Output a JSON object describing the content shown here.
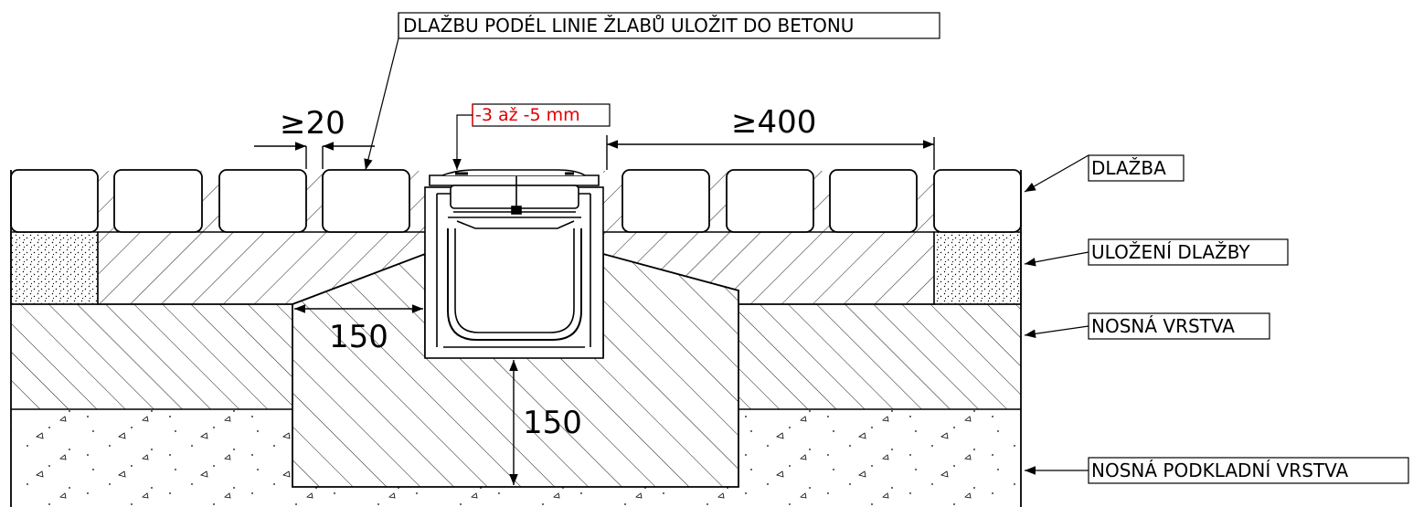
{
  "callouts": {
    "concrete_note": "DLAŽBU PODÉL LINIE ŽLABŮ ULOŽIT DO BETONU",
    "tolerance": "-3 až -5 mm",
    "dlazba": "DLAŽBA",
    "ulozeni": "ULOŽENÍ DLAŽBY",
    "nosna": "NOSNÁ VRSTVA",
    "podkladni": "NOSNÁ PODKLADNÍ VRSTVA"
  },
  "dimensions": {
    "joint": "≥20",
    "distance": "≥400",
    "side_concrete": "150",
    "bottom_concrete": "150"
  },
  "colors": {
    "line": "#000000",
    "tolerance": "#e00000"
  }
}
